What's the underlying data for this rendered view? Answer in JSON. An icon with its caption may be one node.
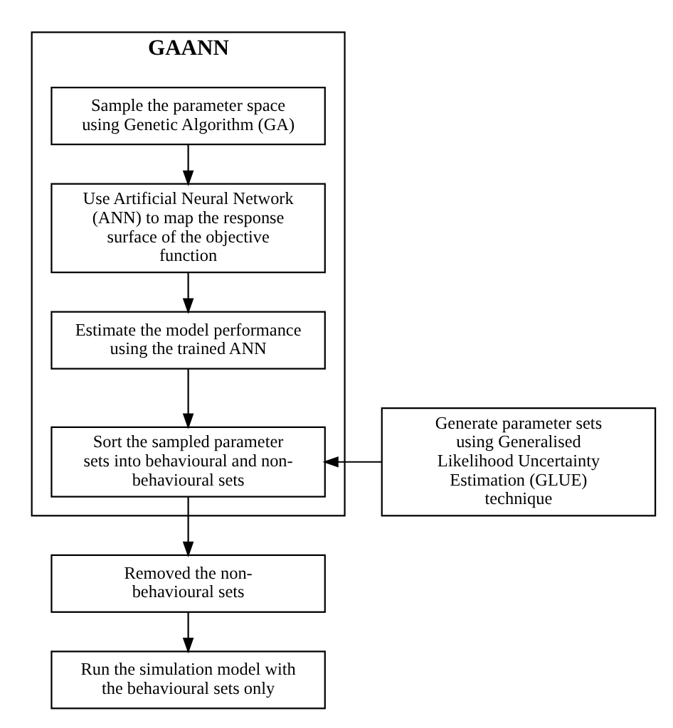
{
  "diagram": {
    "nodes": [
      {
        "text": [
          "GAANN"
        ]
      },
      {
        "text": [
          "Sample the parameter space using Genetic Algorithm (GA)"
        ],
        "in": 0
      },
      {
        "text": [
          "Use Artificial Neural Network (ANN) to map the response surface of the objective function"
        ],
        "in": 0
      },
      {
        "text": [
          "Estimate the model performance using the trained ANN"
        ],
        "in": 0
      },
      {
        "text": [
          "Sort the sampled parameter sets into behavioural and non-behavioural sets"
        ],
        "in": 0
      },
      {
        "text": [
          "Generate parameter sets using Generalised Likelihood Uncertainty Estimation (GLUE) technique"
        ]
      },
      {
        "text": [
          "Removed the non-behavioural sets"
        ]
      },
      {
        "text": [
          "Run the simulation model with the behavioural sets only"
        ]
      }
    ],
    "edges": [
      {
        "from": 1,
        "to": 2,
        "arrow": "to"
      },
      {
        "from": 2,
        "to": 3,
        "arrow": "to"
      },
      {
        "from": 3,
        "to": 4,
        "arrow": "to"
      },
      {
        "from": 5,
        "to": 4,
        "arrow": "to"
      },
      {
        "from": 4,
        "to": 6,
        "arrow": "to"
      },
      {
        "from": 6,
        "to": 7,
        "arrow": "to"
      }
    ]
  }
}
